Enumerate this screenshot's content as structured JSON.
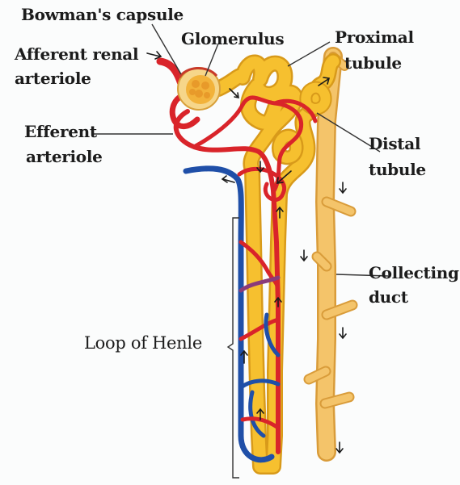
{
  "labels": {
    "bowmans_capsule": "Bowman's capsule",
    "glomerulus": "Glomerulus",
    "afferent_1": "Afferent renal",
    "afferent_2": "arteriole",
    "proximal_1": "Proximal",
    "proximal_2": "tubule",
    "efferent_1": "Efferent",
    "efferent_2": "arteriole",
    "distal_1": "Distal",
    "distal_2": "tubule",
    "collecting_1": "Collecting",
    "collecting_2": "duct",
    "loop_of_henle": "Loop of Henle"
  },
  "colors": {
    "artery_red": "#d9242a",
    "vein_blue": "#1f4fa8",
    "tubule_yellow": "#f6c02f",
    "tubule_outline": "#d89a1a",
    "duct_tan": "#f4c46a",
    "leader_line": "#333333"
  }
}
